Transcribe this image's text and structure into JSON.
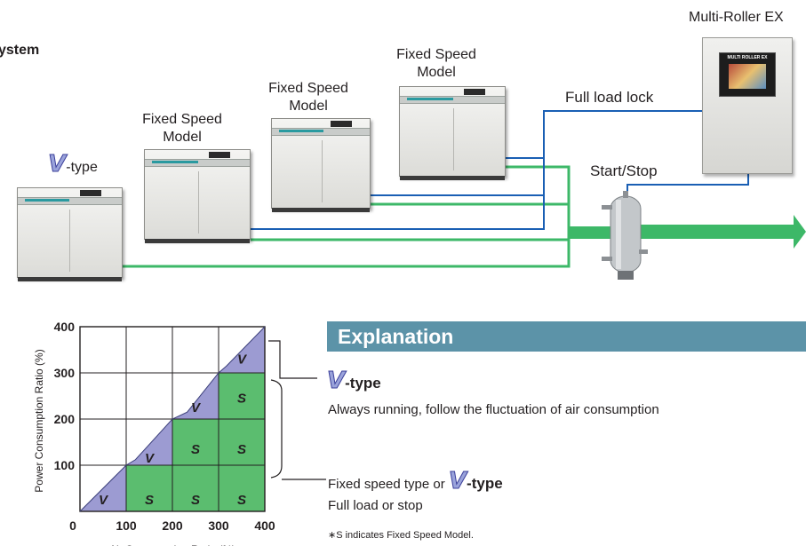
{
  "header": {
    "title_fragment": "ystem"
  },
  "top_diagram": {
    "controller_label": "Multi-Roller EX",
    "controller_panel_text": "MULTI ROLLER EX",
    "compressors": [
      {
        "label_v_mark": "V",
        "label_suffix": "-type"
      },
      {
        "label_line1": "Fixed Speed",
        "label_line2": "Model"
      },
      {
        "label_line1": "Fixed Speed",
        "label_line2": "Model"
      },
      {
        "label_line1": "Fixed Speed",
        "label_line2": "Model"
      }
    ],
    "full_load_lock_label": "Full load lock",
    "start_stop_label": "Start/Stop",
    "colors": {
      "air_line": "#3db868",
      "signal_line": "#1a5fb4",
      "tank": "#b8bcbf"
    }
  },
  "chart_data": {
    "type": "area",
    "xlabel": "Air Consumption Ratio (%)",
    "ylabel": "Power Consumption Ratio (%)",
    "xlim": [
      0,
      400
    ],
    "ylim": [
      0,
      400
    ],
    "x_ticks": [
      "0",
      "100",
      "200",
      "300",
      "400"
    ],
    "y_ticks": [
      "400",
      "300",
      "200",
      "100"
    ],
    "grid": true,
    "power_curve": [
      {
        "x": 0,
        "y": 0
      },
      {
        "x": 100,
        "y": 100
      },
      {
        "x": 120,
        "y": 112
      },
      {
        "x": 200,
        "y": 200
      },
      {
        "x": 232,
        "y": 215
      },
      {
        "x": 300,
        "y": 300
      },
      {
        "x": 317,
        "y": 315
      },
      {
        "x": 400,
        "y": 400
      }
    ],
    "cell_labels": [
      {
        "x": 50,
        "y": 25,
        "text": "V",
        "kind": "v"
      },
      {
        "x": 150,
        "y": 25,
        "text": "S",
        "kind": "s"
      },
      {
        "x": 250,
        "y": 25,
        "text": "S",
        "kind": "s"
      },
      {
        "x": 350,
        "y": 25,
        "text": "S",
        "kind": "s"
      },
      {
        "x": 150,
        "y": 115,
        "text": "V",
        "kind": "v"
      },
      {
        "x": 250,
        "y": 135,
        "text": "S",
        "kind": "s"
      },
      {
        "x": 350,
        "y": 135,
        "text": "S",
        "kind": "s"
      },
      {
        "x": 250,
        "y": 225,
        "text": "V",
        "kind": "v"
      },
      {
        "x": 350,
        "y": 245,
        "text": "S",
        "kind": "s"
      },
      {
        "x": 350,
        "y": 330,
        "text": "V",
        "kind": "v"
      }
    ],
    "colors": {
      "fixed_speed": "#5bbd6f",
      "v_type": "#9c9bd2",
      "grid": "#231f20"
    }
  },
  "explanation": {
    "heading": "Explanation",
    "v_mark": "V",
    "v_type_suffix": "-type",
    "v_type_desc": "Always running, follow the fluctuation of air consumption",
    "mixed_prefix": "Fixed speed type or ",
    "mixed_v_mark": "V",
    "mixed_suffix": "-type",
    "mixed_desc": "Full load or stop",
    "footnote": "∗S indicates Fixed Speed Model."
  }
}
